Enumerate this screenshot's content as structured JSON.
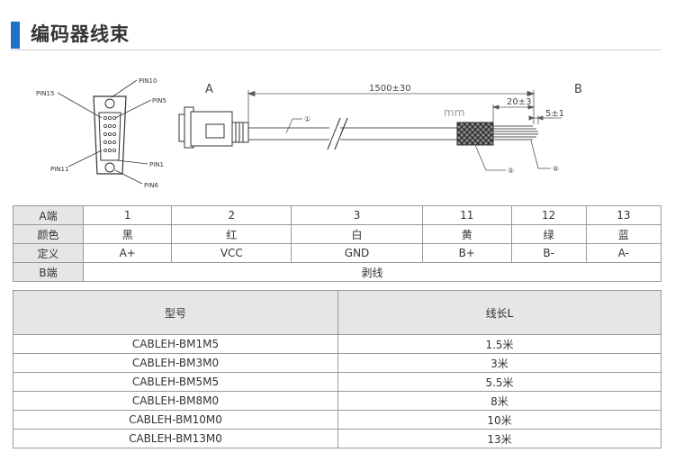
{
  "title": "编码器线束",
  "drawing": {
    "label_a": "A",
    "label_b": "B",
    "length_dim": "1500±30",
    "strip_dim": "20±3",
    "wire_dim": "5±1",
    "unit": "mm",
    "callouts": [
      "①",
      "⑤",
      "⑥"
    ],
    "pins": [
      "PIN10",
      "PIN15",
      "PIN5",
      "PIN1",
      "PIN11",
      "PIN6"
    ]
  },
  "pin_table": {
    "row_a": {
      "header": "A端",
      "cells": [
        "1",
        "2",
        "3",
        "11",
        "12",
        "13"
      ]
    },
    "row_color": {
      "header": "颜色",
      "cells": [
        "黑",
        "红",
        "白",
        "黄",
        "绿",
        "蓝"
      ]
    },
    "row_def": {
      "header": "定义",
      "cells": [
        "A+",
        "VCC",
        "GND",
        "B+",
        "B-",
        "A-"
      ]
    },
    "row_b": {
      "header": "B端",
      "value": "剥线"
    }
  },
  "model_table": {
    "headers": [
      "型号",
      "线长L"
    ],
    "rows": [
      [
        "CABLEH-BM1M5",
        "1.5米"
      ],
      [
        "CABLEH-BM3M0",
        "3米"
      ],
      [
        "CABLEH-BM5M5",
        "5.5米"
      ],
      [
        "CABLEH-BM8M0",
        "8米"
      ],
      [
        "CABLEH-BM10M0",
        "10米"
      ],
      [
        "CABLEH-BM13M0",
        "13米"
      ]
    ]
  }
}
